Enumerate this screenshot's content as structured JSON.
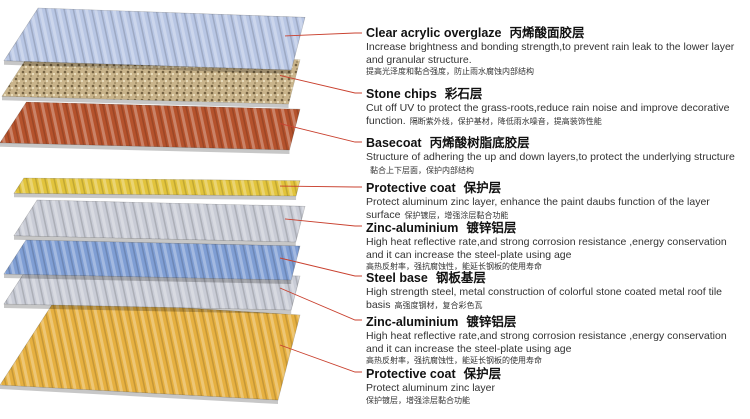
{
  "layers": [
    {
      "title": "Clear acrylic overglaze",
      "title_cn": "丙烯酸面胶层",
      "desc": "Increase brightness and bonding strength,to prevent rain leak to the lower layer and granular structure.",
      "desc_cn": "提高光泽度和黏合强度，防止雨水腐蚀内部结构",
      "icon": "transparent-glaze-panel-icon",
      "color": "#b8c6e4"
    },
    {
      "title": "Stone chips",
      "title_cn": "彩石层",
      "desc": "Cut off UV to protect the grass-roots,reduce rain noise and improve decorative function.",
      "desc_cn": "隔断紫外线，保护基材，降低雨水噪音，提高装饰性能",
      "icon": "stone-chip-panel-icon",
      "color": "#cbb890"
    },
    {
      "title": "Basecoat",
      "title_cn": "丙烯酸树脂底胶层",
      "desc": "Structure of adhering the up and down layers,to protect the underlying structure",
      "desc_cn": "黏合上下层面，保护内部结构",
      "icon": "basecoat-panel-icon",
      "color": "#b5522c"
    },
    {
      "title": "Protective coat",
      "title_cn": "保护层",
      "desc": "Protect aluminum zinc layer, enhance the paint daubs function of the layer surface",
      "desc_cn": "保护镀层，增强涂层黏合功能",
      "icon": "protective-coat-panel-icon",
      "color": "#e2c43c"
    },
    {
      "title": "Zinc-aluminium",
      "title_cn": "镀锌铝层",
      "desc": "High heat reflective rate,and strong corrosion resistance ,energy conservation and it can increase the steel-plate using age",
      "desc_cn": "高热反射率，强抗腐蚀性，能延长钢板的使用寿命",
      "icon": "zinc-aluminium-panel-icon",
      "color": "#c9ccd6"
    },
    {
      "title": "Steel base",
      "title_cn": "钢板基层",
      "desc": "High strength steel, metal construction of colorful stone coated metal roof tile basis",
      "desc_cn": "高强度钢材，复合彩色瓦",
      "icon": "steel-base-panel-icon",
      "color": "#7f9ed4"
    },
    {
      "title": "Zinc-aluminium",
      "title_cn": "镀锌铝层",
      "desc": "High heat reflective rate,and strong corrosion resistance ,energy conservation and it can increase the steel-plate using age",
      "desc_cn": "高热反射率，强抗腐蚀性，能延长钢板的使用寿命",
      "icon": "zinc-aluminium-panel-icon",
      "color": "#c9ccd6"
    },
    {
      "title": "Protective coat",
      "title_cn": "保护层",
      "desc": "Protect aluminum zinc layer",
      "desc_cn": "保护镀层，增强涂层黏合功能",
      "icon": "protective-coat-panel-icon",
      "color": "#e6b040"
    }
  ]
}
